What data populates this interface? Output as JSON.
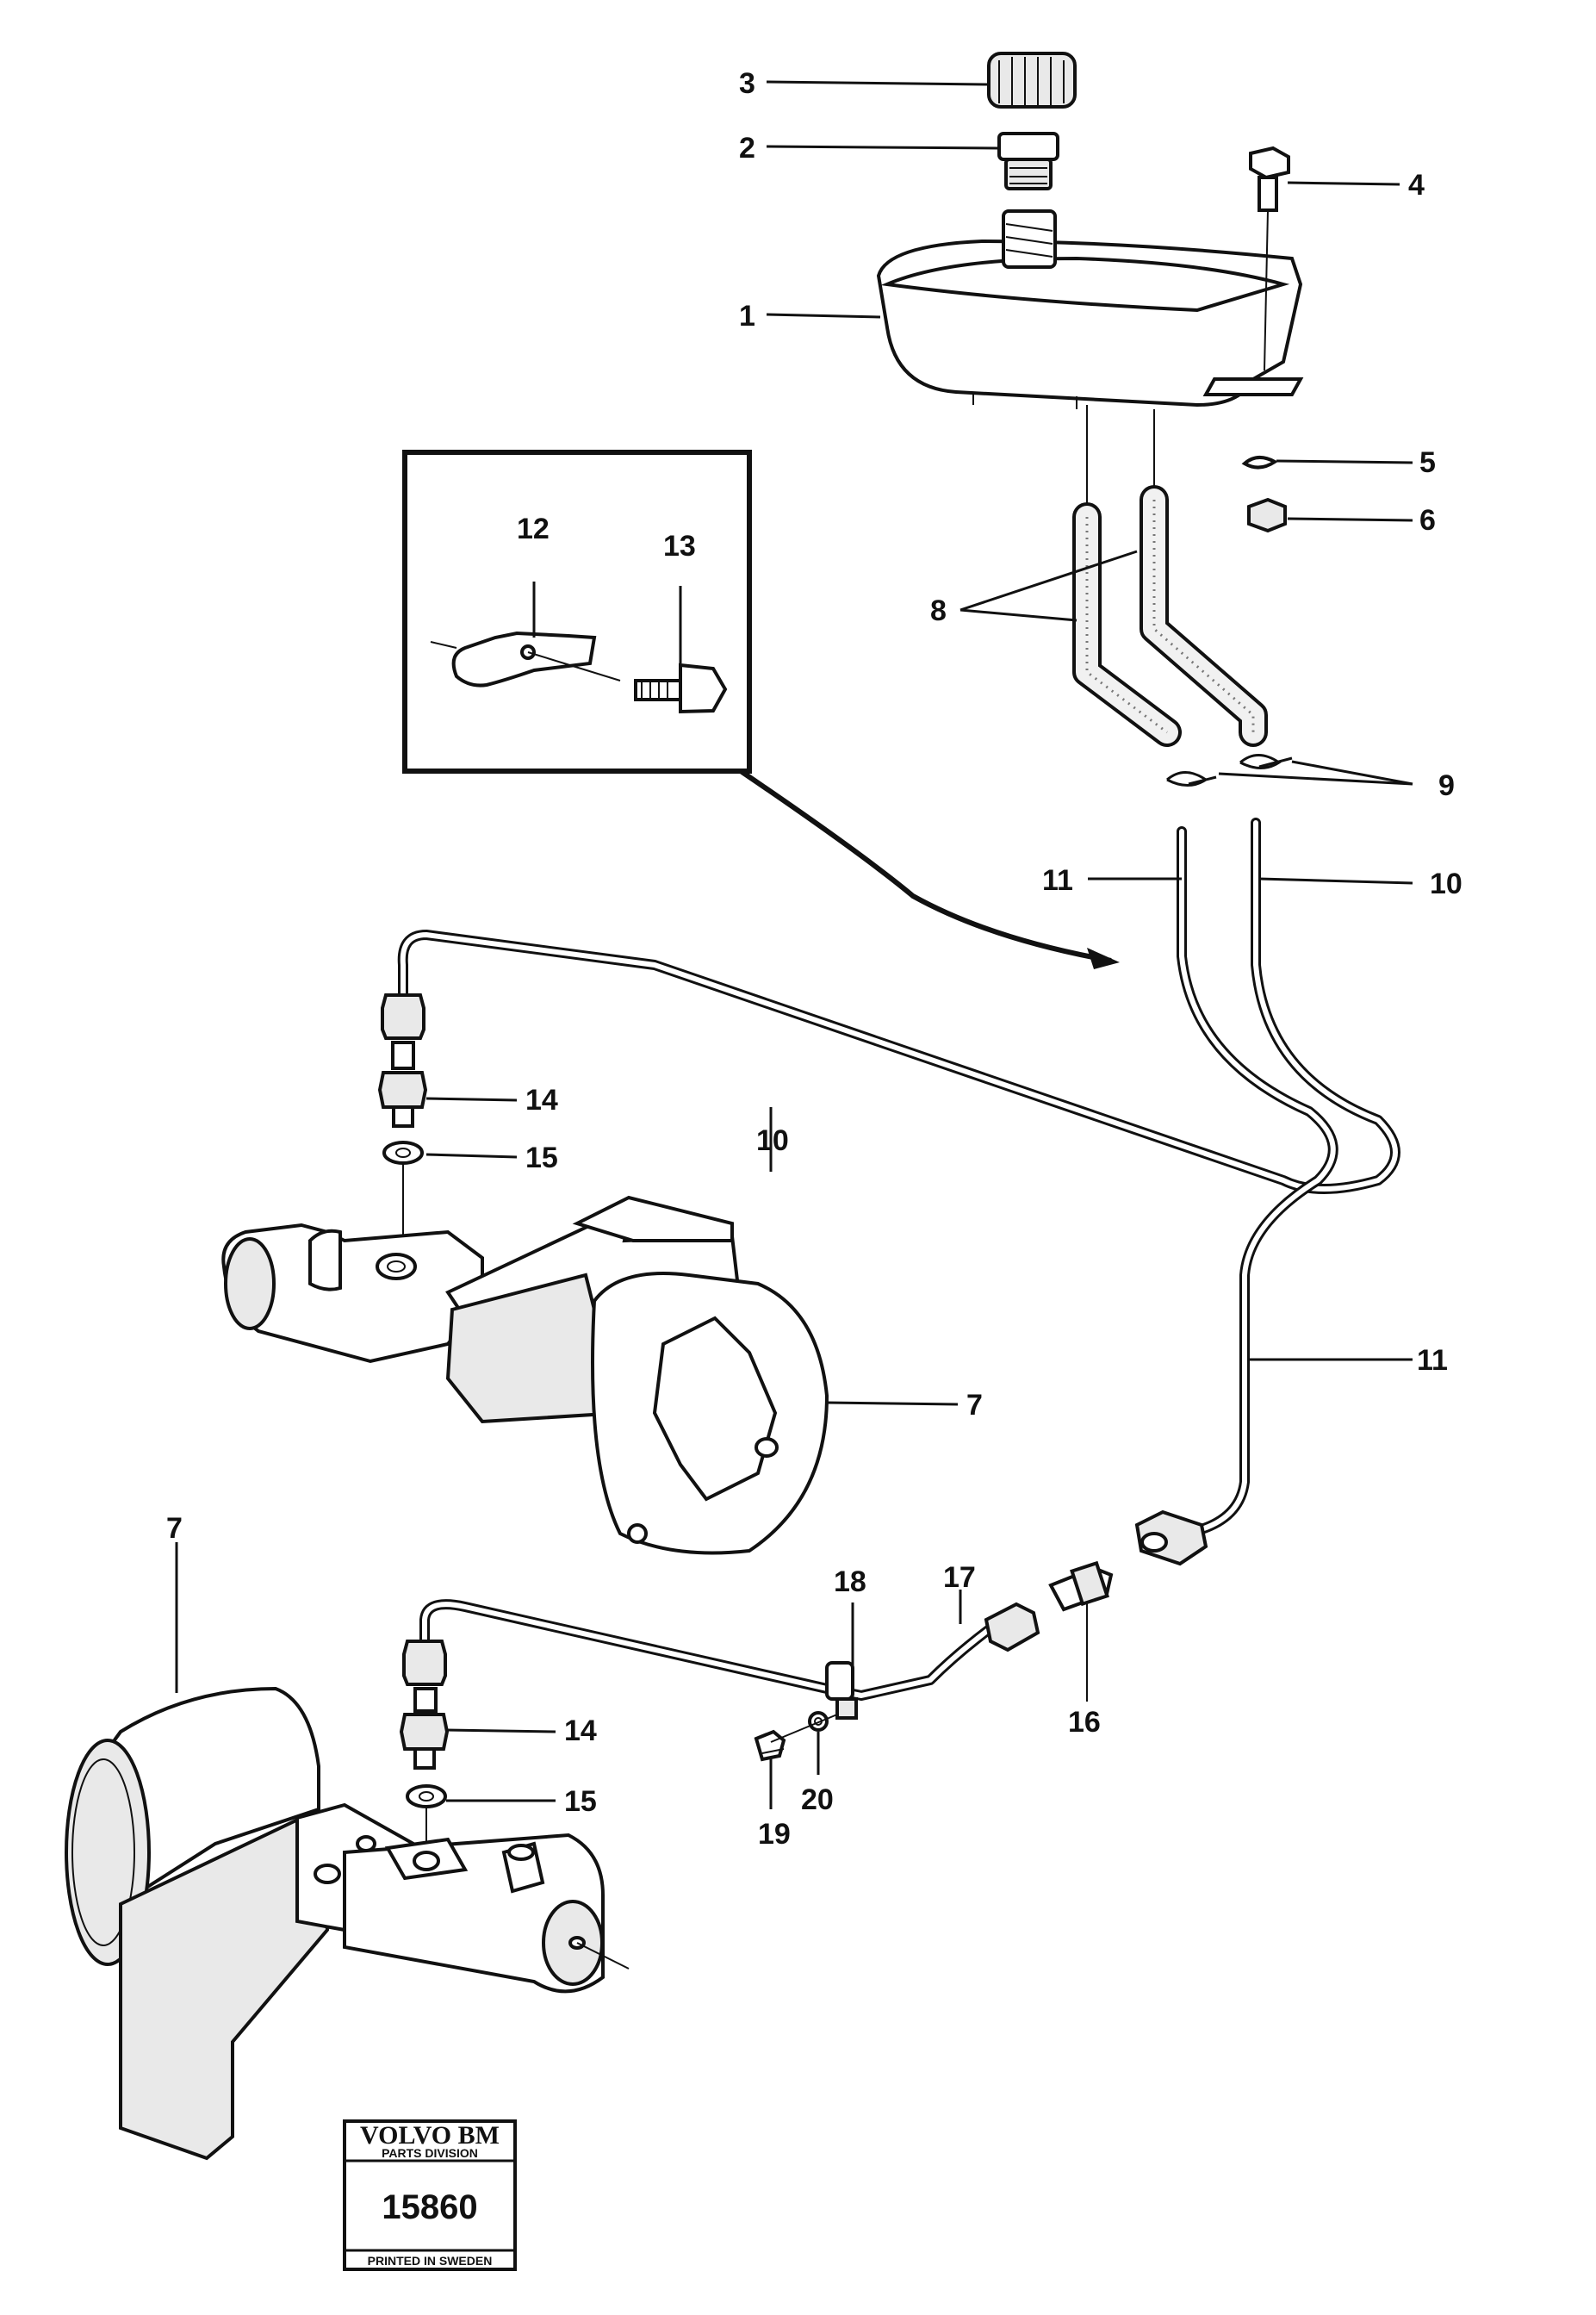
{
  "callouts": {
    "c1": "1",
    "c2": "2",
    "c3": "3",
    "c4": "4",
    "c5": "5",
    "c6": "6",
    "c7a": "7",
    "c7b": "7",
    "c8": "8",
    "c9": "9",
    "c10a": "10",
    "c10b": "10",
    "c11a": "11",
    "c11b": "11",
    "c12": "12",
    "c13": "13",
    "c14a": "14",
    "c14b": "14",
    "c15a": "15",
    "c15b": "15",
    "c16": "16",
    "c17": "17",
    "c18": "18",
    "c19": "19",
    "c20": "20"
  },
  "stamp": {
    "brand": "VOLVO BM",
    "division": "PARTS DIVISION",
    "number": "15860",
    "printed": "PRINTED IN SWEDEN"
  }
}
